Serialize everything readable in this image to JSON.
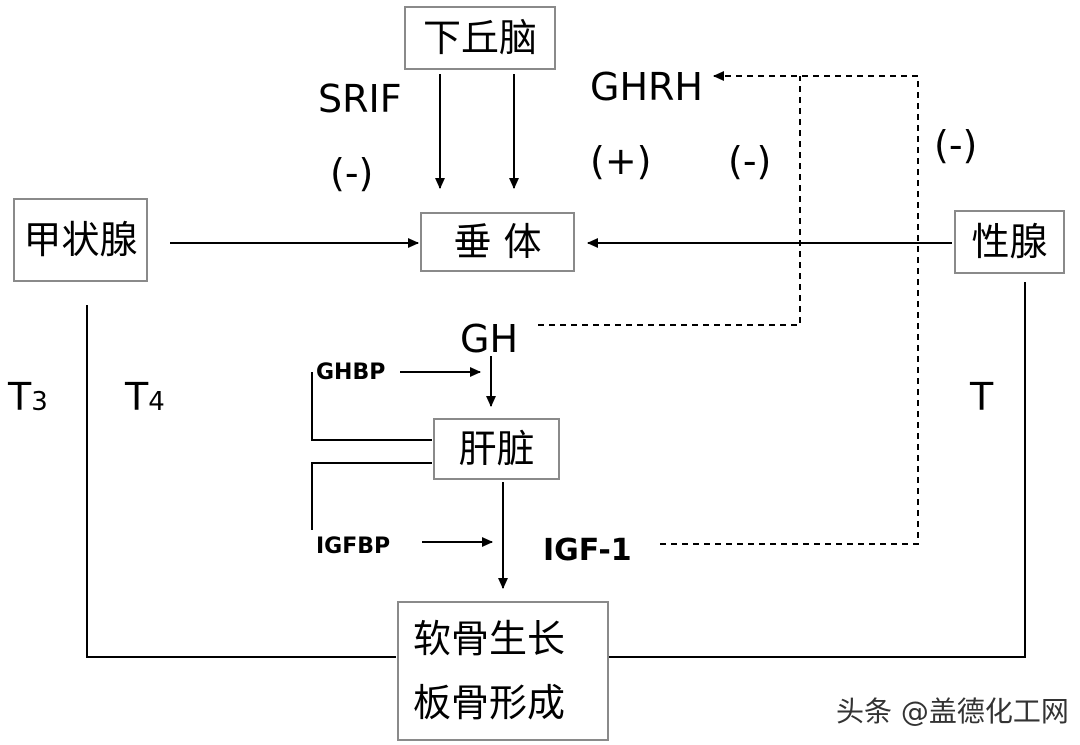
{
  "nodes": {
    "hypothalamus": "下丘脑",
    "pituitary": "垂 体",
    "thyroid": "甲状腺",
    "gonad": "性腺",
    "liver": "肝脏",
    "cartilage_line1": "软骨生长",
    "cartilage_line2": "板骨形成"
  },
  "labels": {
    "srif": "SRIF",
    "srif_sign": "(-)",
    "ghrh": "GHRH",
    "ghrh_sign": "(+)",
    "gh_feedback_sign": "(-)",
    "igf_feedback_sign": "(-)",
    "gh": "GH",
    "ghbp": "GHBP",
    "igfbp": "IGFBP",
    "igf1": "IGF-1",
    "t3_main": "T",
    "t3_sub": "3",
    "t4_main": "T",
    "t4_sub": "4",
    "t": "T"
  },
  "watermark": "头条 @盖德化工网"
}
